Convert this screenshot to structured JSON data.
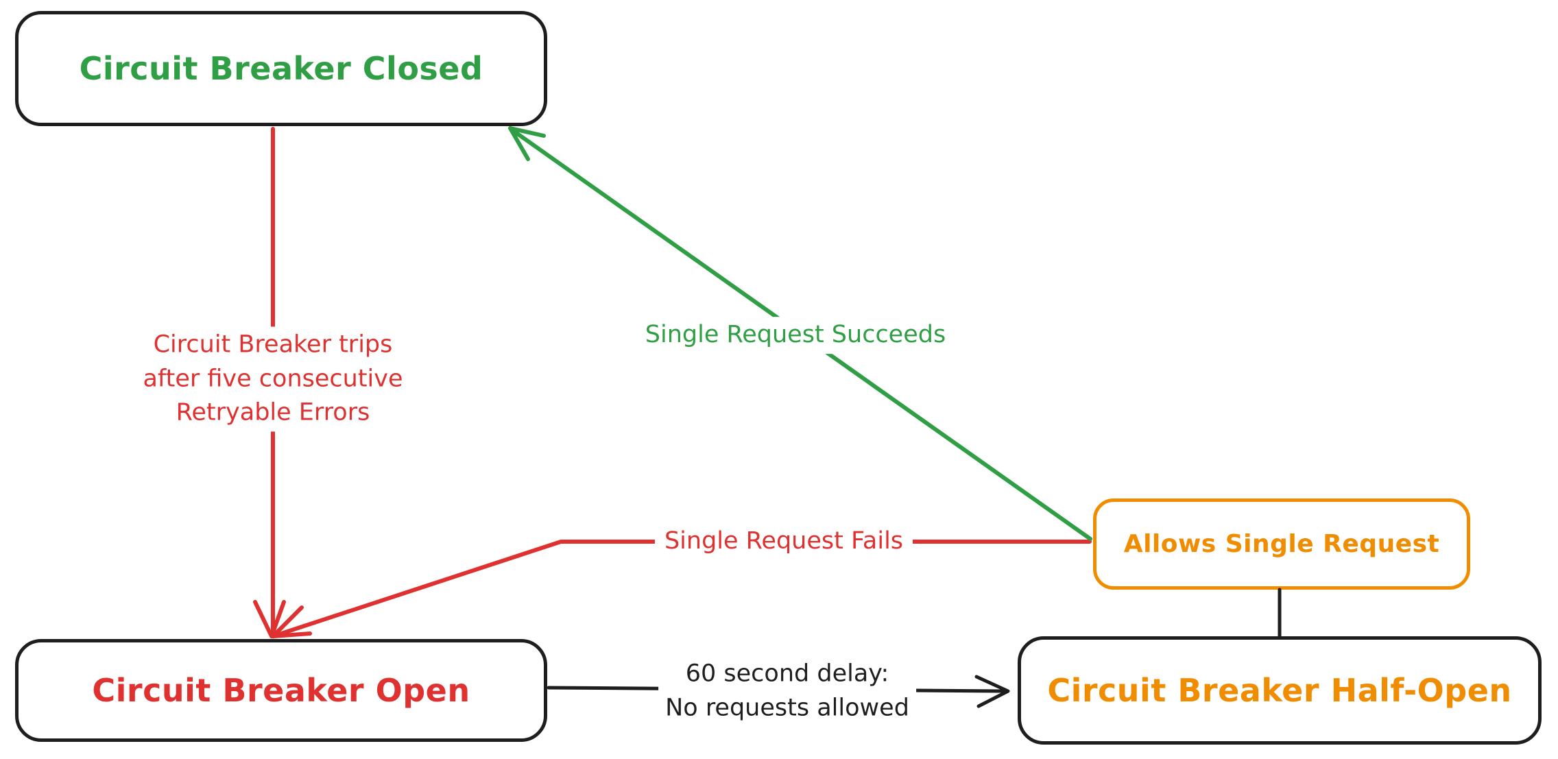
{
  "colors": {
    "green": "#2f9e44",
    "red": "#e03131",
    "orange": "#f08c00",
    "ink": "#1e1e1e",
    "background": "#ffffff"
  },
  "nodes": {
    "closed": {
      "label": "Circuit Breaker Closed"
    },
    "open": {
      "label": "Circuit Breaker Open"
    },
    "half_open": {
      "label": "Circuit Breaker Half-Open"
    },
    "allows": {
      "label": "Allows Single Request"
    }
  },
  "edges": {
    "trip": {
      "lines": [
        "Circuit Breaker trips",
        "after five consecutive",
        "Retryable Errors"
      ],
      "from": "closed",
      "to": "open"
    },
    "succeeds": {
      "label": "Single Request Succeeds",
      "from": "allows",
      "to": "closed"
    },
    "fails": {
      "label": "Single Request Fails",
      "from": "allows",
      "to": "open"
    },
    "delay": {
      "lines": [
        "60 second delay:",
        "No requests allowed"
      ],
      "from": "open",
      "to": "half_open"
    },
    "connector": {
      "from": "allows",
      "to": "half_open"
    }
  }
}
